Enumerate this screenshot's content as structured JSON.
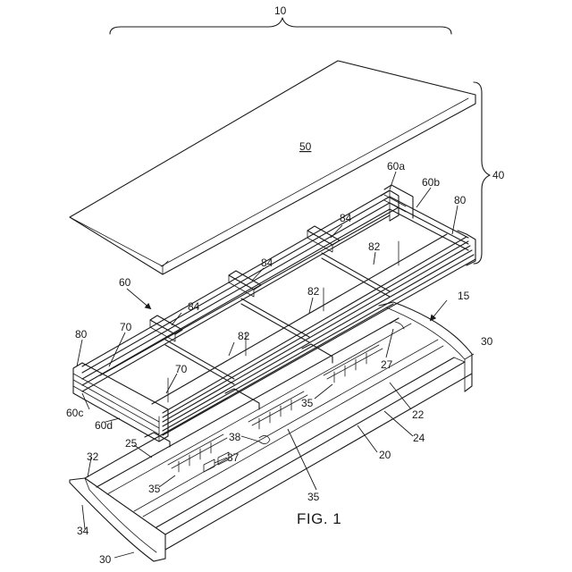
{
  "figure": {
    "caption": "FIG. 1",
    "labels": {
      "n10": "10",
      "n50": "50",
      "n40": "40",
      "n60a": "60a",
      "n60b": "60b",
      "n80_top": "80",
      "n84_a": "84",
      "n84_b": "84",
      "n84_c": "84",
      "n82_a": "82",
      "n82_b": "82",
      "n82_c": "82",
      "n60": "60",
      "n70_a": "70",
      "n70_b": "70",
      "n80_left": "80",
      "n60c": "60c",
      "n60d": "60d",
      "n15": "15",
      "n30_right": "30",
      "n27": "27",
      "n35_a": "35",
      "n22": "22",
      "n24": "24",
      "n20": "20",
      "n38": "38",
      "n37": "37",
      "n25": "25",
      "n32": "32",
      "n35_b": "35",
      "n35_c": "35",
      "n34": "34",
      "n30_bottom": "30"
    }
  }
}
